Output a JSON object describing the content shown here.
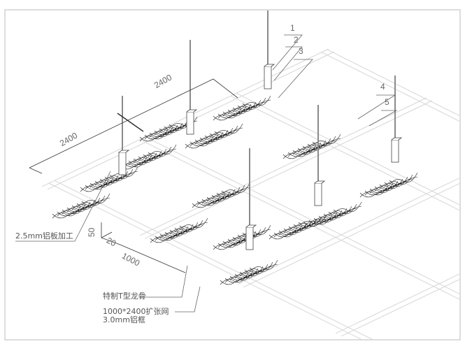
{
  "callouts": [
    "1",
    "2",
    "3",
    "4",
    "5"
  ],
  "dimensions": {
    "top_length": "2400",
    "left_length": "2400",
    "height": "50",
    "width": "20",
    "module_length": "1000"
  },
  "labels": {
    "panel": "2.5mm铝板加工",
    "keel": "特制T型龙骨",
    "mesh": "1000*2400扩张网",
    "frame": "3.0mm铝框"
  },
  "colors": {
    "beam": "#d6d6d6",
    "rod": "#8a8a8a",
    "mesh": "#222222",
    "dim": "#333333"
  }
}
